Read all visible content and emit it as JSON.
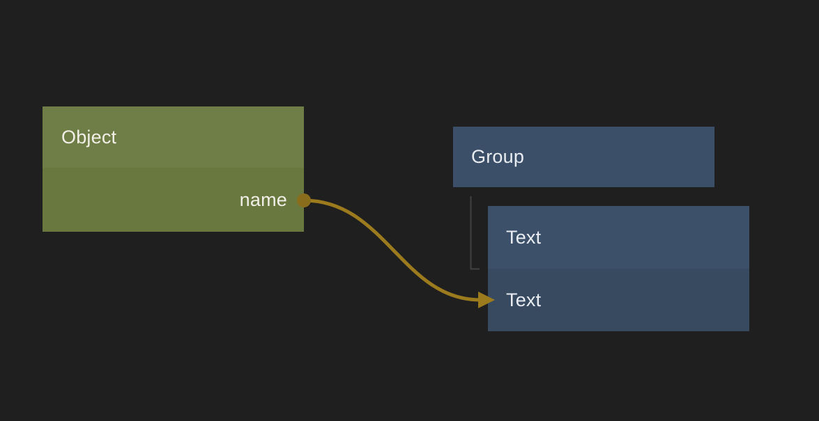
{
  "canvas": {
    "kind": "node-graph-editor"
  },
  "colors": {
    "canvas_bg": "#1f1f1f",
    "object_header": "#6e7e46",
    "object_body": "#68783f",
    "group_node": "#3c4f68",
    "text_row_1": "#3d506a",
    "text_row_2": "#374a60",
    "edge_gold": "#9c7b1e",
    "port_dot": "#8a6c1d",
    "tree_connector": "#414141",
    "text_on_green": "#f1efe7",
    "text_on_blue": "#e9edf2"
  },
  "nodes": {
    "object": {
      "title": "Object",
      "output_port": {
        "label": "name"
      }
    },
    "group": {
      "title": "Group"
    },
    "text": {
      "rows": [
        "Text",
        "Text"
      ]
    }
  },
  "connection": {
    "from": "name",
    "to": "Text"
  }
}
